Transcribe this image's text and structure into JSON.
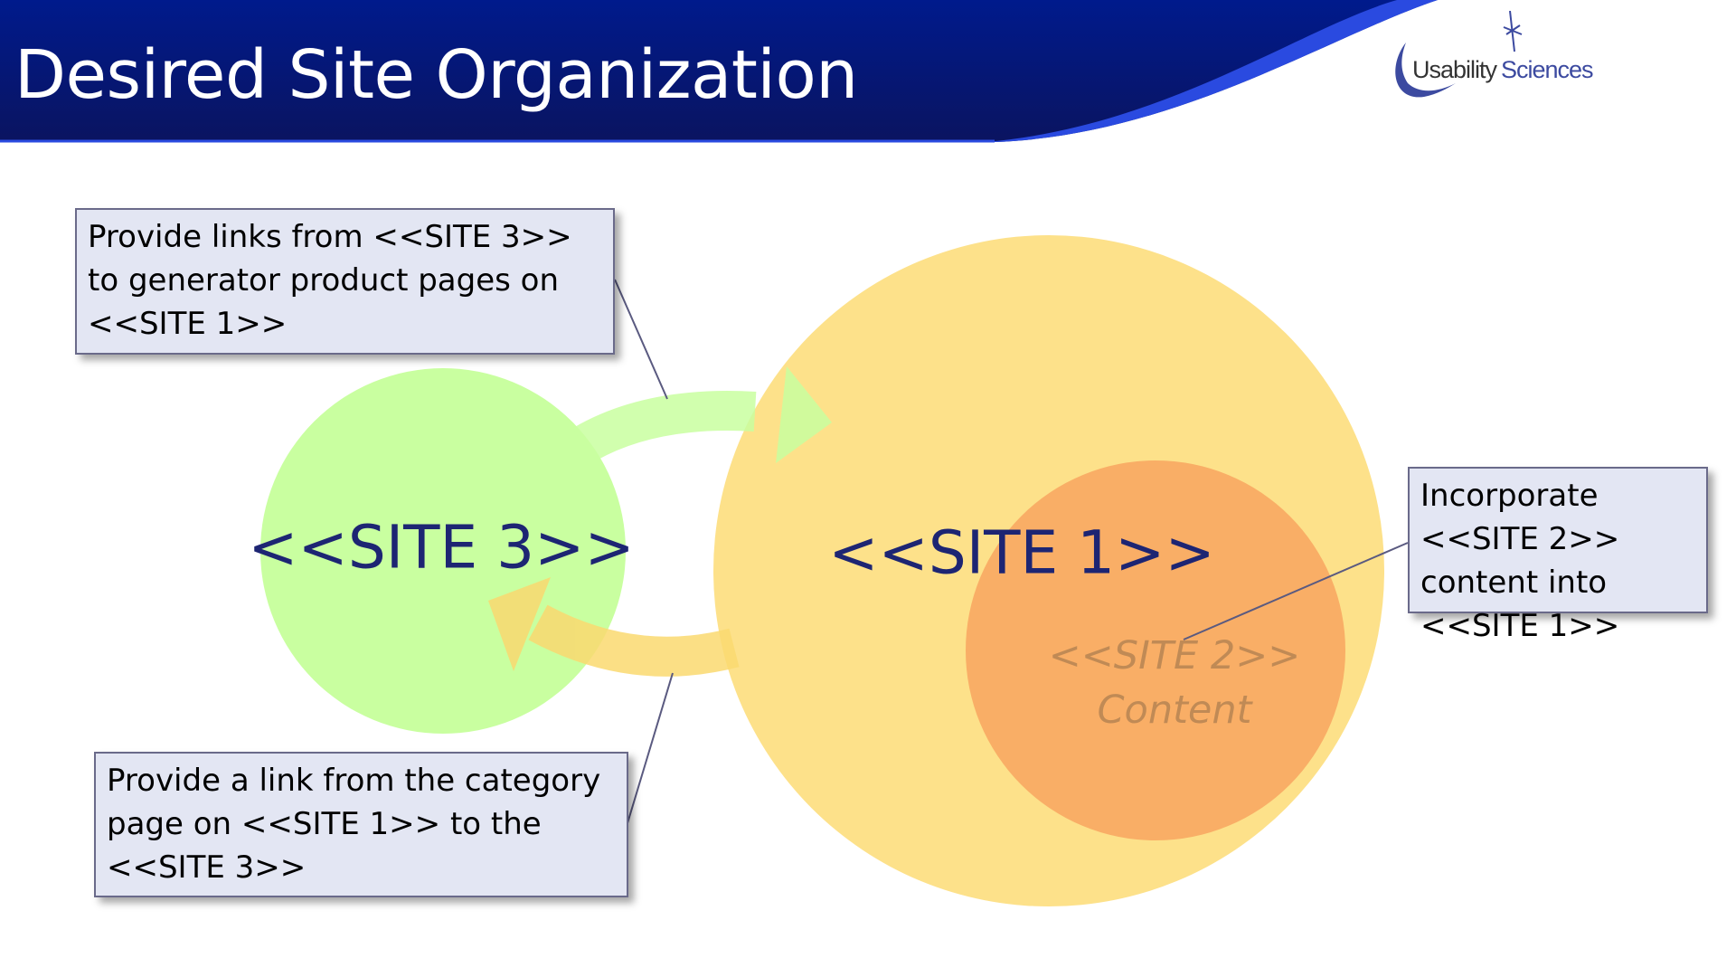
{
  "header": {
    "title": "Desired Site Organization"
  },
  "logo": {
    "word1": "Usability",
    "word2": "Sciences"
  },
  "diagram": {
    "site3_label": "<<SITE 3>>",
    "site1_label": "<<SITE 1>>",
    "site2_line1": "<<SITE 2>>",
    "site2_line2": "Content"
  },
  "callouts": {
    "top_left": "Provide links from <<SITE 3>> to generator product pages on <<SITE 1>>",
    "right": "Incorporate <<SITE 2>> content into <<SITE 1>>",
    "bottom_left": "Provide a link from the category page on <<SITE 1>> to the <<SITE 3>>"
  },
  "colors": {
    "header_blue": "#0a1a80",
    "site3_green": "#c9ffa0",
    "site1_yellow": "#fde18a",
    "site2_orange": "#f9ae66"
  }
}
